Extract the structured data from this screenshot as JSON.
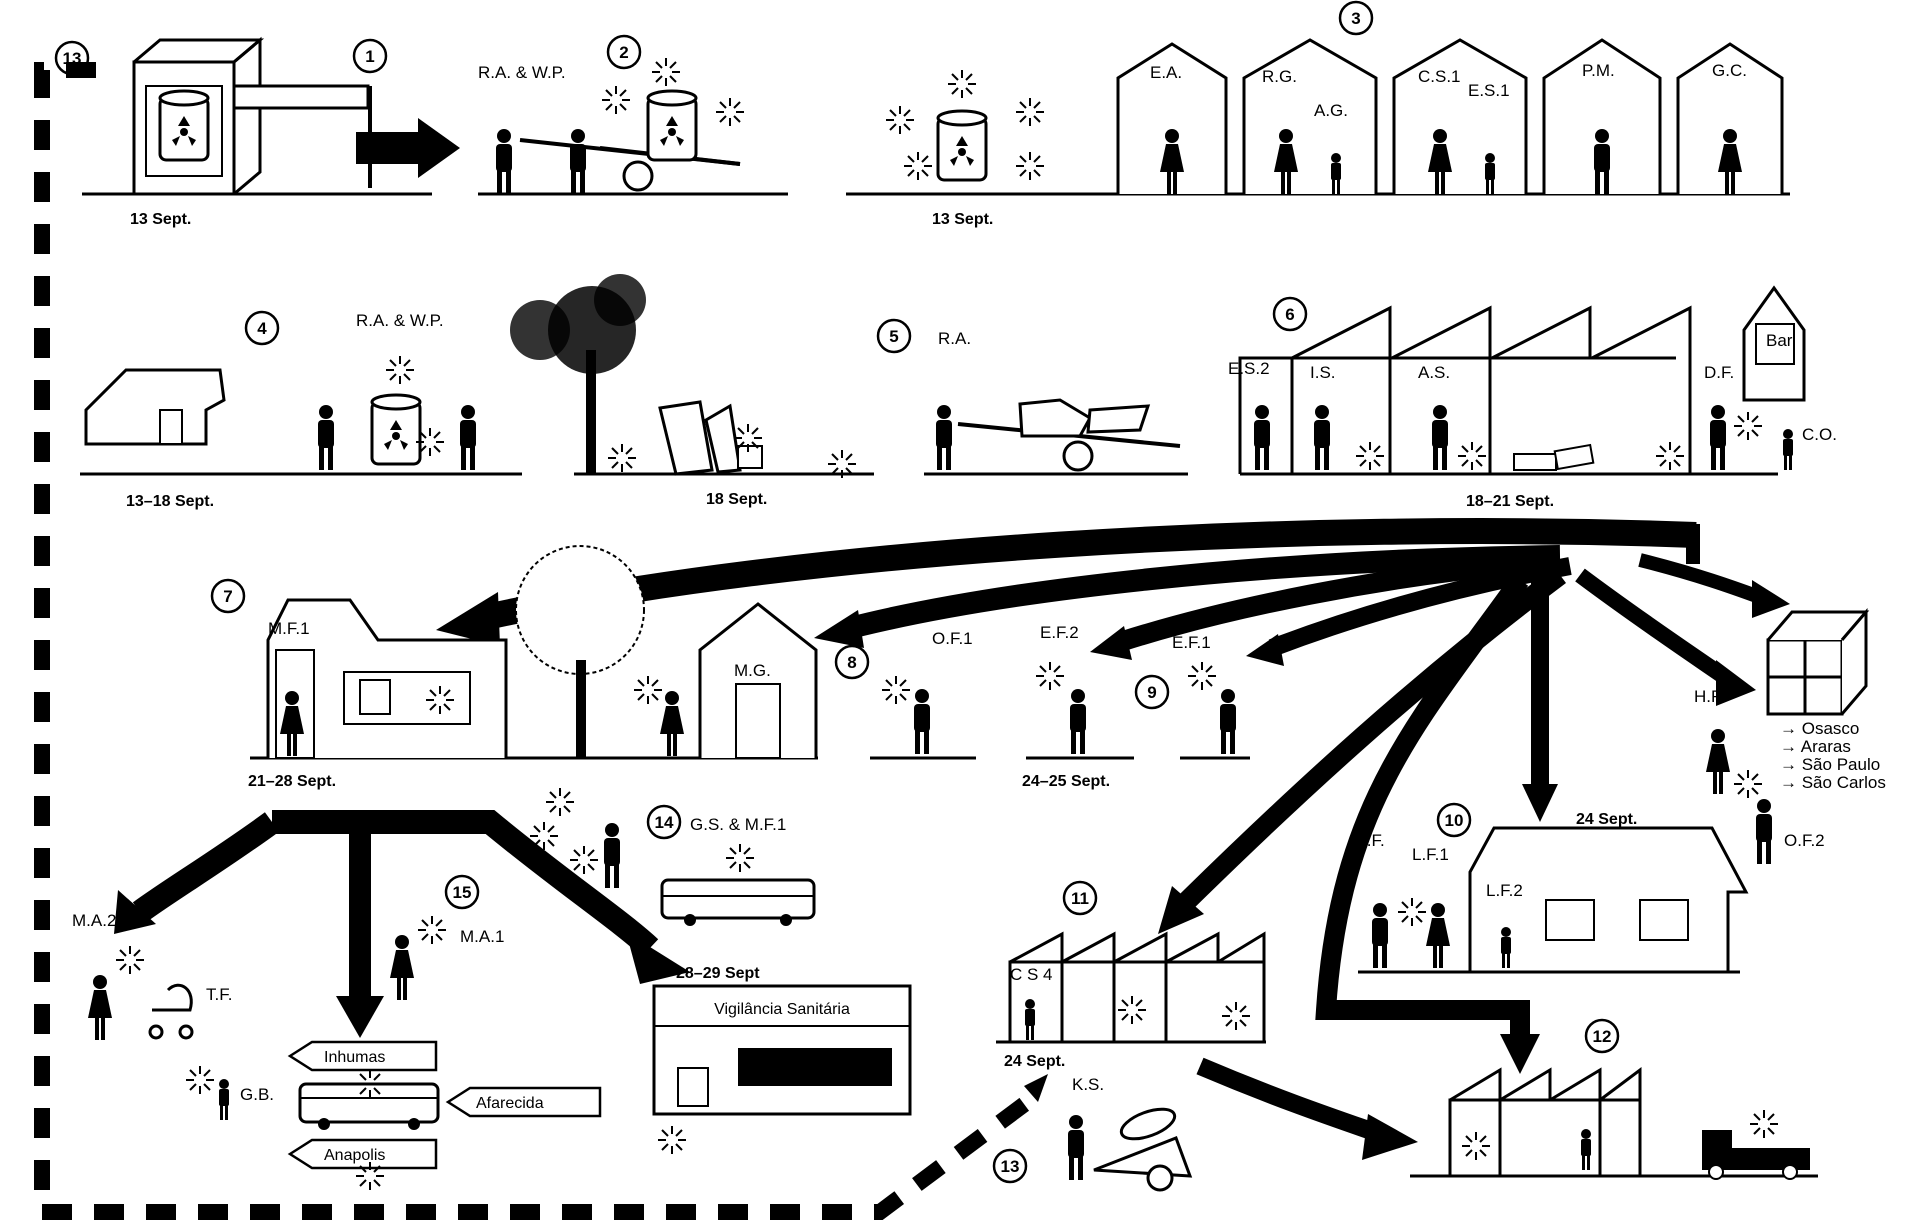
{
  "panels": [
    {
      "n": "13"
    },
    {
      "n": "1"
    },
    {
      "n": "2"
    },
    {
      "n": "3"
    },
    {
      "n": "4"
    },
    {
      "n": "5"
    },
    {
      "n": "6"
    },
    {
      "n": "7"
    },
    {
      "n": "8"
    },
    {
      "n": "9"
    },
    {
      "n": "10"
    },
    {
      "n": "11"
    },
    {
      "n": "12"
    },
    {
      "n": "13"
    },
    {
      "n": "14"
    },
    {
      "n": "15"
    }
  ],
  "dates": {
    "d1": "13 Sept.",
    "d3": "13 Sept.",
    "d4": "13–18 Sept.",
    "d5": "18 Sept.",
    "d6": "18–21 Sept.",
    "d7": "21–28 Sept.",
    "d9": "24–25 Sept.",
    "d10": "24 Sept.",
    "d11": "24 Sept.",
    "d15": "28–29 Sept"
  },
  "labels": {
    "ra_wp": "R.A. & W.P.",
    "ea": "E.A.",
    "rg": "R.G.",
    "ag": "A.G.",
    "cs1": "C.S.1",
    "es1": "E.S.1",
    "pm": "P.M.",
    "gc": "G.C.",
    "ra_wp2": "R.A. & W.P.",
    "ra": "R.A.",
    "es2": "E.S.2",
    "is": "I.S.",
    "as": "A.S.",
    "df": "D.F.",
    "bar": "Bar",
    "co": "C.O.",
    "mf1": "M.F.1",
    "mg": "M.G.",
    "of1": "O.F.1",
    "ef2": "E.F.2",
    "ef1": "E.F.1",
    "hf": "H.F.",
    "of2": "O.F.2",
    "if": "I.F.",
    "lf1": "L.F.1",
    "lf2": "L.F.2",
    "cs4": "C S 4",
    "ks": "K.S.",
    "gs_mf1": "G.S. & M.F.1",
    "ma1": "M.A.1",
    "ma2": "M.A.2",
    "tf": "T.F.",
    "gb": "G.B."
  },
  "destinations": [
    "→ Osasco",
    "→ Araras",
    "→ São Paulo",
    "→ São Carlos"
  ],
  "signs": {
    "inhumas": "Inhumas",
    "afarecida": "Afarecida",
    "anapolis": "Anapolis",
    "vigilancia": "Vigilância Sanitária"
  }
}
